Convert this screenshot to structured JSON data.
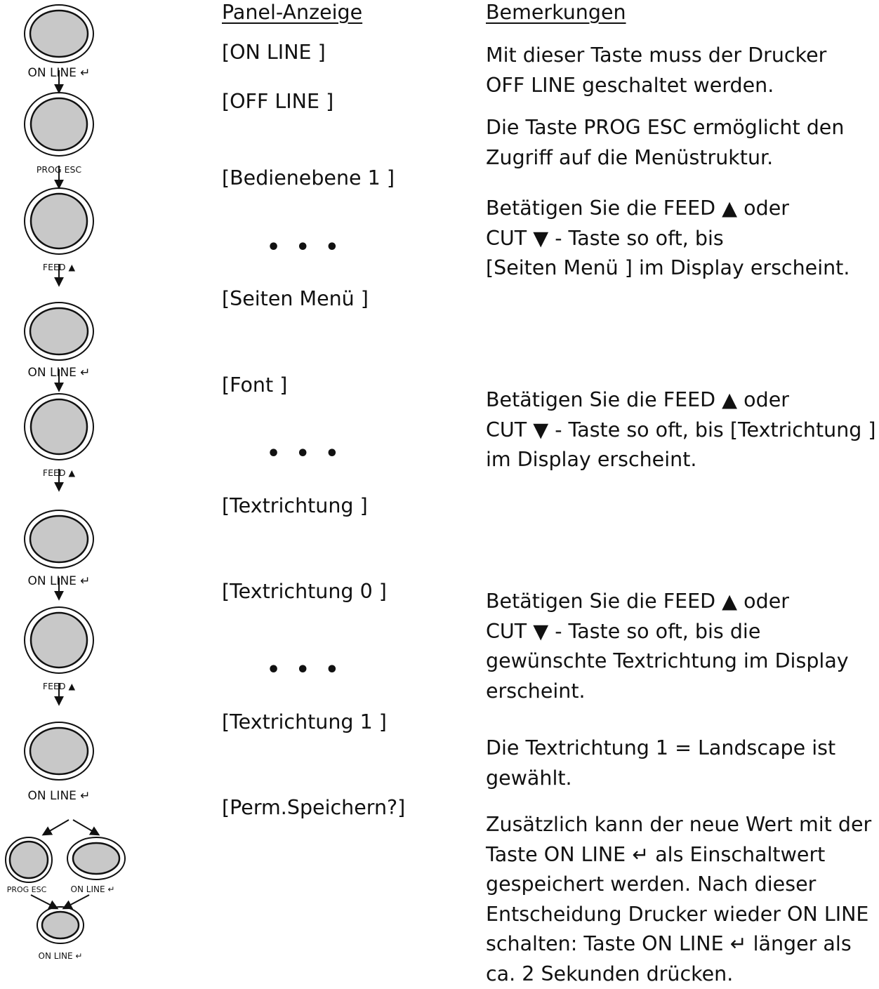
{
  "headers": {
    "panel": "Panel-Anzeige",
    "remarks": "Bemerkungen"
  },
  "panel_display": [
    "[ON LINE ]",
    "[OFF LINE ]",
    "[Bedienebene 1 ]",
    "• • •",
    "[Seiten Menü ]",
    "[Font ]",
    "• • •",
    "[Textrichtung ]",
    "[Textrichtung  0 ]",
    "• • •",
    "[Textrichtung  1 ]",
    "[Perm.Speichern?]"
  ],
  "remarks": [
    [
      "Mit dieser Taste muss der Drucker",
      "OFF LINE geschaltet werden."
    ],
    [
      "Die Taste PROG ESC ermöglicht den",
      "Zugriff auf die Menüstruktur."
    ],
    [
      "Betätigen Sie die FEED ▲ oder",
      "CUT ▼ - Taste so oft, bis",
      "[Seiten Menü ] im Display erscheint."
    ],
    [
      "Betätigen Sie die FEED ▲ oder",
      "CUT ▼ - Taste so oft, bis [Textrichtung ]",
      "im Display erscheint."
    ],
    [
      "Betätigen Sie die FEED ▲ oder",
      "CUT ▼ - Taste so oft, bis die",
      "gewünschte Textrichtung im Display",
      "erscheint."
    ],
    [
      "Die Textrichtung 1 = Landscape ist",
      "gewählt."
    ],
    [
      "Zusätzlich kann der neue Wert mit der",
      "Taste ON LINE ↵  als Einschaltwert",
      "gespeichert werden. Nach dieser",
      "Entscheidung Drucker wieder ON LINE",
      "schalten: Taste ON LINE ↵  länger als",
      "ca. 2 Sekunden drücken."
    ]
  ],
  "keys": {
    "online": "ON LINE ↵",
    "prog_esc": "PROG ESC",
    "feed": "FEED ▲"
  },
  "colors": {
    "key_fill": "#c8c8c8",
    "stroke": "#111111"
  }
}
